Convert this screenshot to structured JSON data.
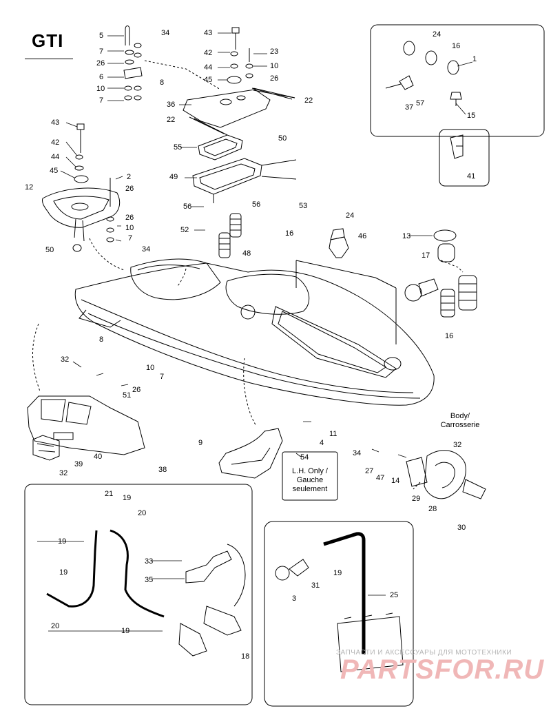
{
  "title": "GTI",
  "note_lh": [
    "L.H. Only /",
    "Gauche",
    "seulement"
  ],
  "note_body": [
    "Body/",
    "Carrosserie"
  ],
  "watermark": {
    "top_text": "ЗАПЧАСТИ И АКСЕССУАРЫ ДЛЯ МОТОТЕХНИКИ",
    "logo": "PARTSFOR.RU",
    "color": "#e8a0a0"
  },
  "part_numbers": [
    "1",
    "2",
    "3",
    "4",
    "5",
    "6",
    "7",
    "8",
    "9",
    "10",
    "11",
    "12",
    "13",
    "14",
    "15",
    "16",
    "17",
    "18",
    "19",
    "20",
    "21",
    "22",
    "23",
    "24",
    "25",
    "26",
    "27",
    "28",
    "29",
    "30",
    "31",
    "32",
    "33",
    "34",
    "35",
    "36",
    "37",
    "38",
    "39",
    "40",
    "41",
    "42",
    "43",
    "44",
    "45",
    "46",
    "47",
    "48",
    "49",
    "50",
    "51",
    "52",
    "53",
    "54",
    "55",
    "56",
    "57"
  ]
}
